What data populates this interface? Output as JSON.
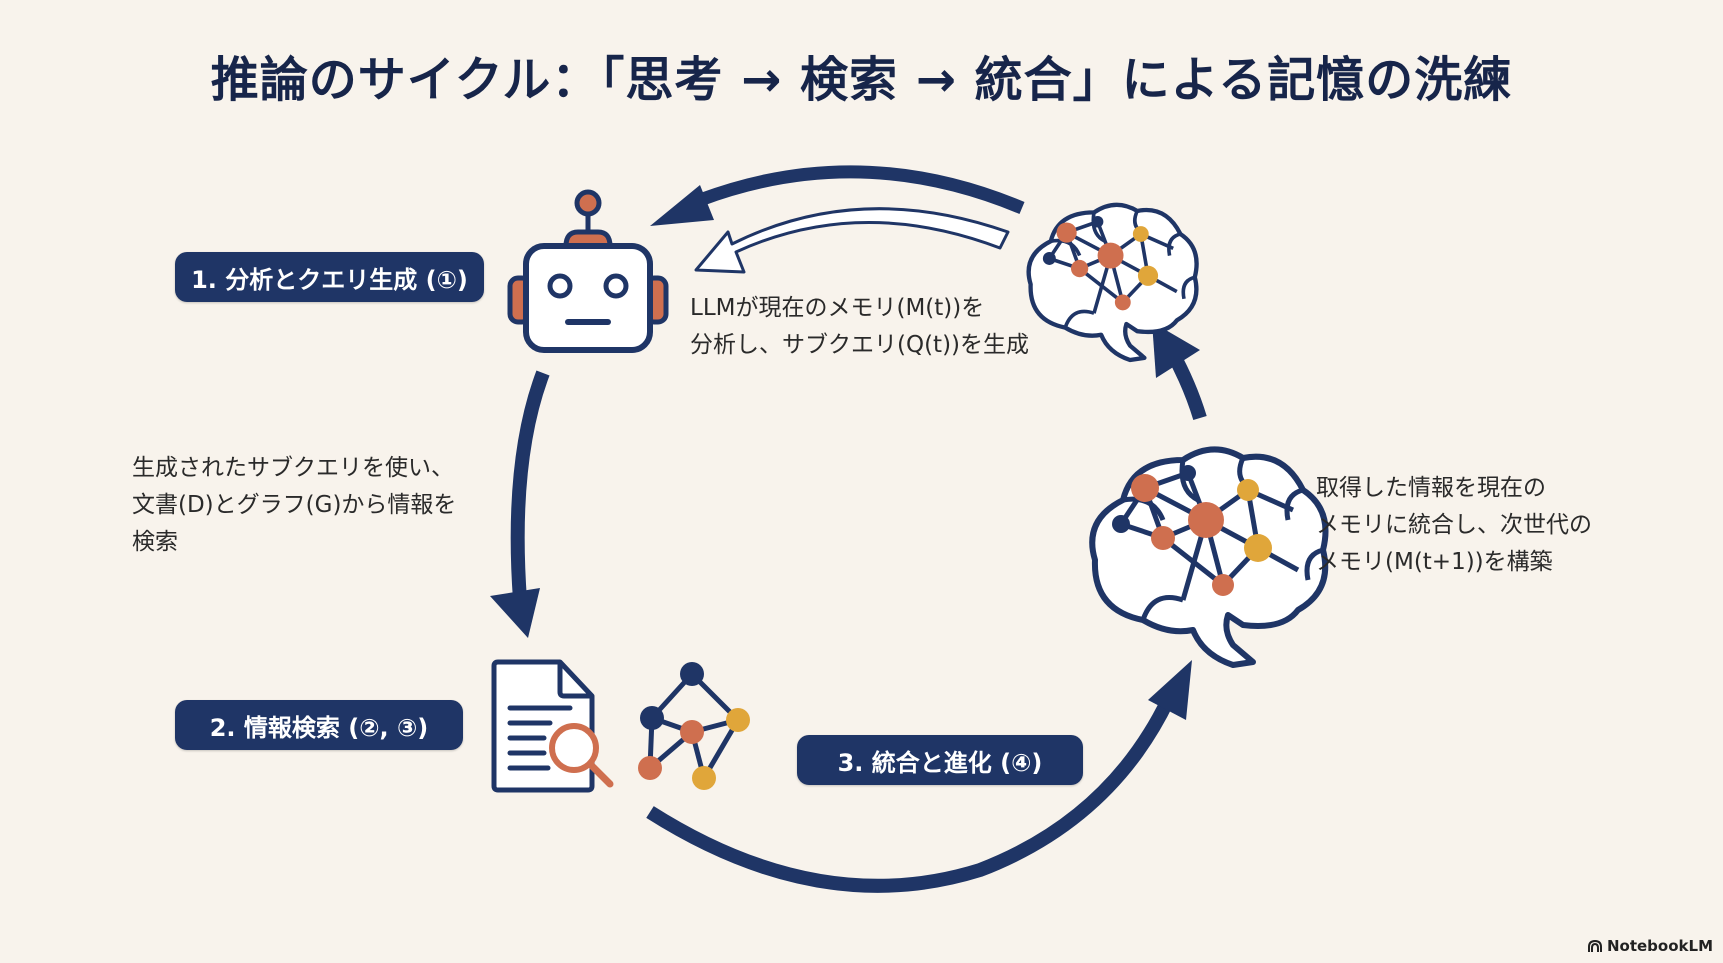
{
  "title": "推論のサイクル：「思考 → 検索 → 統合」による記憶の洗練",
  "steps": [
    {
      "label": "1. 分析とクエリ生成 (①)",
      "description": [
        "LLMが現在のメモリ(M(t))を",
        "分析し、サブクエリ(Q(t))を生成"
      ],
      "icon": "robot-icon"
    },
    {
      "label": "2. 情報検索 (②, ③)",
      "description": [
        "生成されたサブクエリを使い、",
        "文書(D)とグラフ(G)から情報を",
        "検索"
      ],
      "icon": "document-search-icon"
    },
    {
      "label": "3. 統合と進化 (④)",
      "description": [
        "取得した情報を現在の",
        "メモリに統合し、次世代の",
        "メモリ(M(t+1))を構築"
      ],
      "icon": "brain-network-icon"
    }
  ],
  "branding": {
    "logo_icon": "notebooklm-logo-icon",
    "name": "NotebookLM"
  },
  "colors": {
    "background": "#f8f3ec",
    "navy": "#1f3566",
    "title": "#17254a",
    "orange": "#cf6f4f",
    "gold": "#e0a63a"
  }
}
